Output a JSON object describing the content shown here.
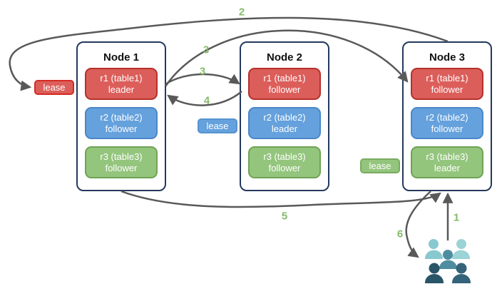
{
  "diagram": {
    "nodes": [
      {
        "title": "Node 1",
        "ranges": [
          {
            "range": "r1 (table1)",
            "role": "leader",
            "color": "#dc5e5a"
          },
          {
            "range": "r2 (table2)",
            "role": "follower",
            "color": "#64a1dd"
          },
          {
            "range": "r3 (table3)",
            "role": "follower",
            "color": "#94c57d"
          }
        ]
      },
      {
        "title": "Node 2",
        "ranges": [
          {
            "range": "r1 (table1)",
            "role": "follower",
            "color": "#dc5e5a"
          },
          {
            "range": "r2 (table2)",
            "role": "leader",
            "color": "#64a1dd"
          },
          {
            "range": "r3 (table3)",
            "role": "follower",
            "color": "#94c57d"
          }
        ]
      },
      {
        "title": "Node 3",
        "ranges": [
          {
            "range": "r1 (table1)",
            "role": "follower",
            "color": "#dc5e5a"
          },
          {
            "range": "r2 (table2)",
            "role": "follower",
            "color": "#64a1dd"
          },
          {
            "range": "r3 (table3)",
            "role": "leader",
            "color": "#94c57d"
          }
        ]
      }
    ],
    "leases": [
      {
        "label": "lease",
        "color": "#dc5e5a"
      },
      {
        "label": "lease",
        "color": "#64a1dd"
      },
      {
        "label": "lease",
        "color": "#94c57d"
      }
    ],
    "steps": {
      "step1": "1",
      "step2": "2",
      "step3a": "3",
      "step3b": "3",
      "step4": "4",
      "step5": "5",
      "step6": "6"
    },
    "colors": {
      "arrow": "#595959",
      "step_label": "#85bb6a",
      "node_border": "#24395e",
      "red_fill": "#dc5e5a",
      "blue_fill": "#64a1dd",
      "green_fill": "#94c57d",
      "user_light_teal": "#8ecdd3",
      "user_medium_teal": "#4e8da0",
      "user_dark_slate": "#2a5568"
    }
  }
}
